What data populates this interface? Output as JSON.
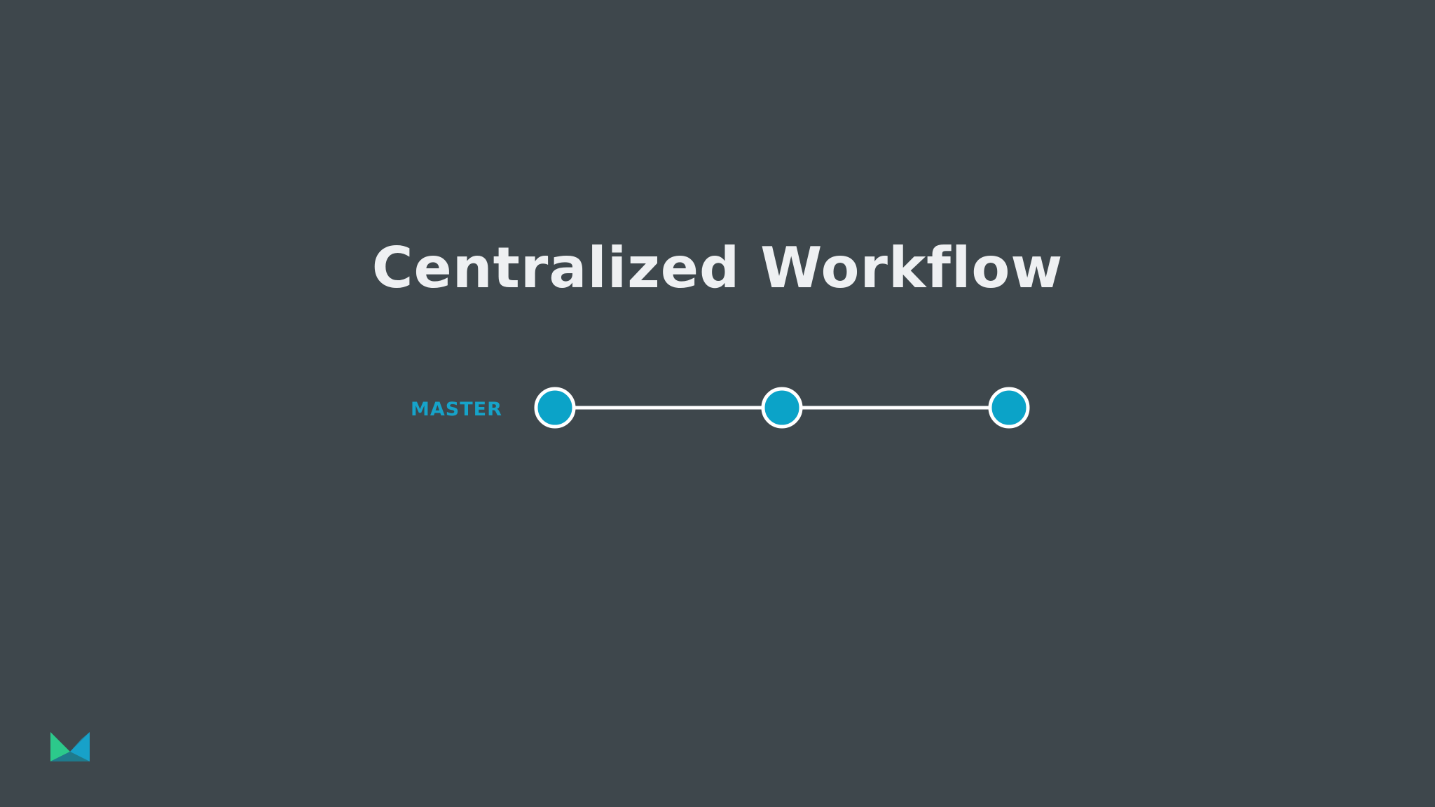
{
  "slide": {
    "title": "Centralized Workflow",
    "background_color": "#3e474c",
    "title_color": "#eef0f2"
  },
  "diagram": {
    "branch": {
      "label": "MASTER",
      "color": "#16a3c9"
    },
    "commit_count": 3,
    "line_color": "#ffffff",
    "commit_fill": "#0ba3c8",
    "commit_stroke": "#ffffff"
  },
  "logo": {
    "icon": "brand-logo-icon",
    "colors": [
      "#2cc98b",
      "#17a1c9",
      "#1f7a8c"
    ]
  }
}
